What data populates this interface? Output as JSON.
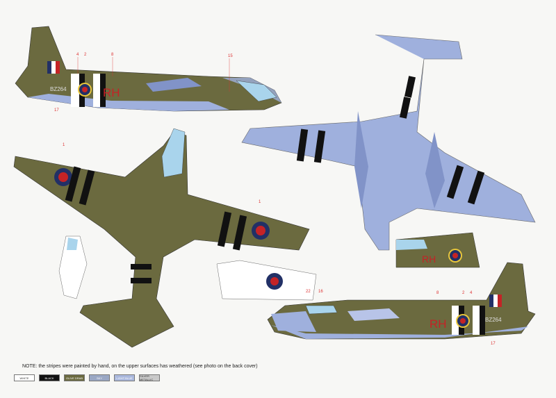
{
  "serial": "BZ264",
  "code_letters": "RH",
  "callouts": {
    "top_numbers": [
      "4",
      "2",
      "8",
      "15"
    ],
    "bottom_left": "17",
    "plan_top": [
      "1",
      "1"
    ],
    "right_side_top": [
      "22",
      "16",
      "8",
      "2",
      "4"
    ],
    "right_side_bottom": "17"
  },
  "note": "NOTE: the stripes were painted by hand, on the upper surfaces has weathered (see photo on the back cover)",
  "legend": [
    {
      "label": "WHITE",
      "bg": "#ffffff",
      "fg": "#333333"
    },
    {
      "label": "BLACK",
      "bg": "#111111",
      "fg": "#ffffff"
    },
    {
      "label": "OLIVE DRAB",
      "bg": "#6b6a3f",
      "fg": "#ffffff"
    },
    {
      "label": "SKY",
      "bg": "#9aa7c4",
      "fg": "#ffffff"
    },
    {
      "label": "LIGHT BLUE",
      "bg": "#aab8dd",
      "fg": "#ffffff"
    },
    {
      "label": "SILVER METALLIC",
      "bg": "#c9c9c9",
      "fg": "#333333"
    }
  ],
  "colors": {
    "olive": "#6b6a3f",
    "blue": "#9fb0dd",
    "blue_dark": "#8193c8",
    "roundel_blue": "#223066",
    "roundel_red": "#c42326",
    "roundel_yellow": "#e9c73a"
  }
}
